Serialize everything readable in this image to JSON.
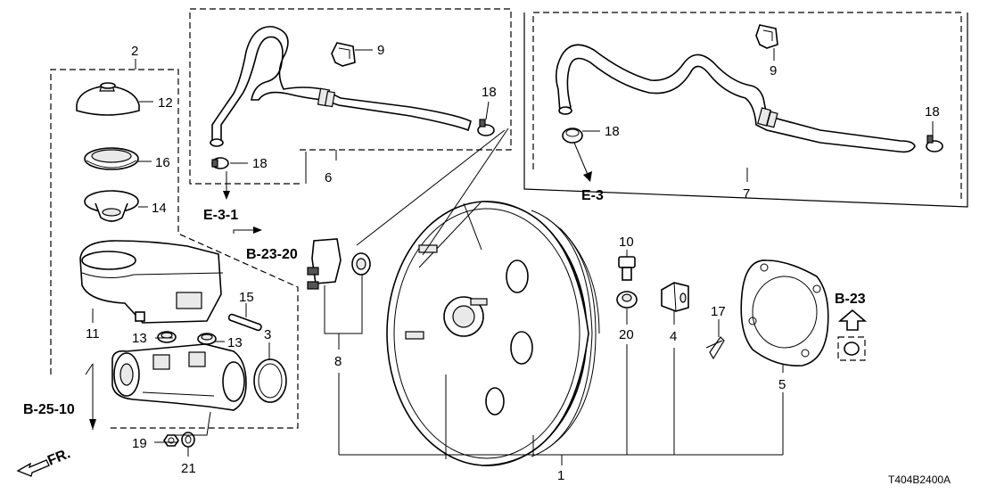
{
  "callouts": {
    "n1": "1",
    "n2": "2",
    "n3": "3",
    "n4": "4",
    "n5": "5",
    "n6": "6",
    "n7": "7",
    "n8": "8",
    "n9a": "9",
    "n9b": "9",
    "n10": "10",
    "n11": "11",
    "n12": "12",
    "n13a": "13",
    "n13b": "13",
    "n14": "14",
    "n15": "15",
    "n16": "16",
    "n17": "17",
    "n18a": "18",
    "n18b": "18",
    "n18c": "18",
    "n18d": "18",
    "n19": "19",
    "n20": "20",
    "n21": "21"
  },
  "references": {
    "e31": "E-3-1",
    "e3": "E-3",
    "b2320": "B-23-20",
    "b23": "B-23",
    "b2510": "B-25-10",
    "fr": "FR."
  },
  "diagram_code": "T404B2400A"
}
